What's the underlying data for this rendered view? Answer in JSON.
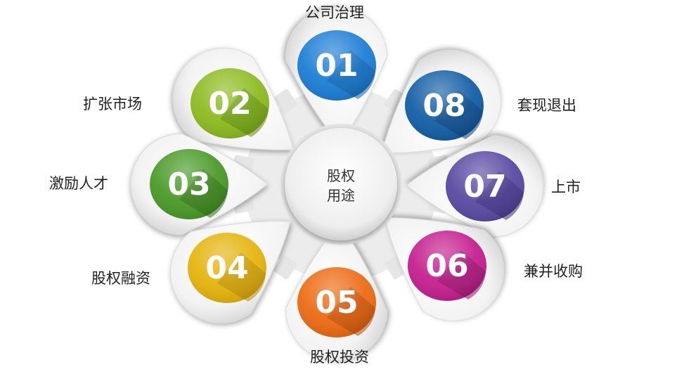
{
  "center": {
    "line1": "股权",
    "line2": "用途"
  },
  "petals": [
    {
      "number": "01",
      "label": "公司治理",
      "color": "#1d7ed6",
      "accent": "#0f5ea8"
    },
    {
      "number": "02",
      "label": "扩张市场",
      "color": "#8dbb20",
      "accent": "#5f8a0f"
    },
    {
      "number": "03",
      "label": "激励人才",
      "color": "#4a9a28",
      "accent": "#2f6f16"
    },
    {
      "number": "04",
      "label": "股权融资",
      "color": "#e5b40c",
      "accent": "#b88a05"
    },
    {
      "number": "05",
      "label": "股权投资",
      "color": "#ec6b13",
      "accent": "#b64806"
    },
    {
      "number": "06",
      "label": "兼并收购",
      "color": "#c4208f",
      "accent": "#8e1266"
    },
    {
      "number": "07",
      "label": "上市",
      "color": "#5b4aa3",
      "accent": "#3b2d7a"
    },
    {
      "number": "08",
      "label": "套现退出",
      "color": "#145fa6",
      "accent": "#0b3f77"
    }
  ]
}
